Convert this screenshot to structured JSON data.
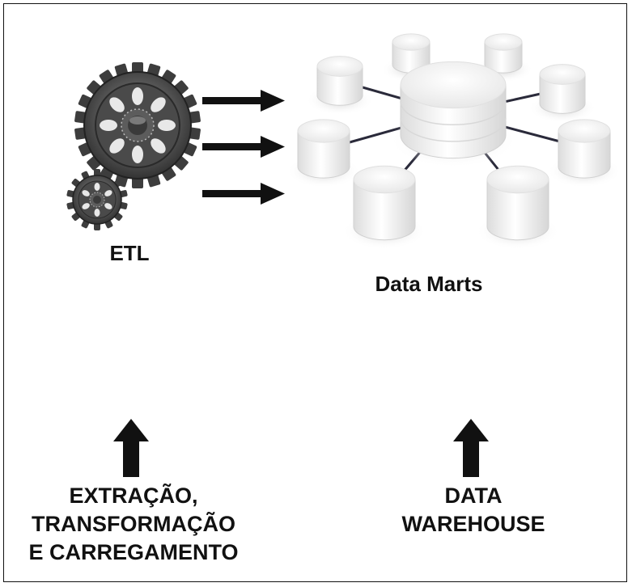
{
  "diagram": {
    "etl_label": "ETL",
    "data_marts_label": "Data Marts",
    "left_caption": [
      "EXTRAÇÃO,",
      "TRANSFORMAÇÃO",
      "E CARREGAMENTO"
    ],
    "right_caption": [
      "DATA",
      "WAREHOUSE"
    ]
  },
  "icons": {
    "large_gear": "gear-icon",
    "small_gear": "gear-icon",
    "database_cluster": "database-icon",
    "arrows": "arrow-right-icon",
    "up_arrows": "arrow-up-icon"
  },
  "colors": {
    "gear_dark": "#3a3a3a",
    "gear_mid": "#6a6a6a",
    "database": "#f2f2f2",
    "text": "#111111"
  }
}
